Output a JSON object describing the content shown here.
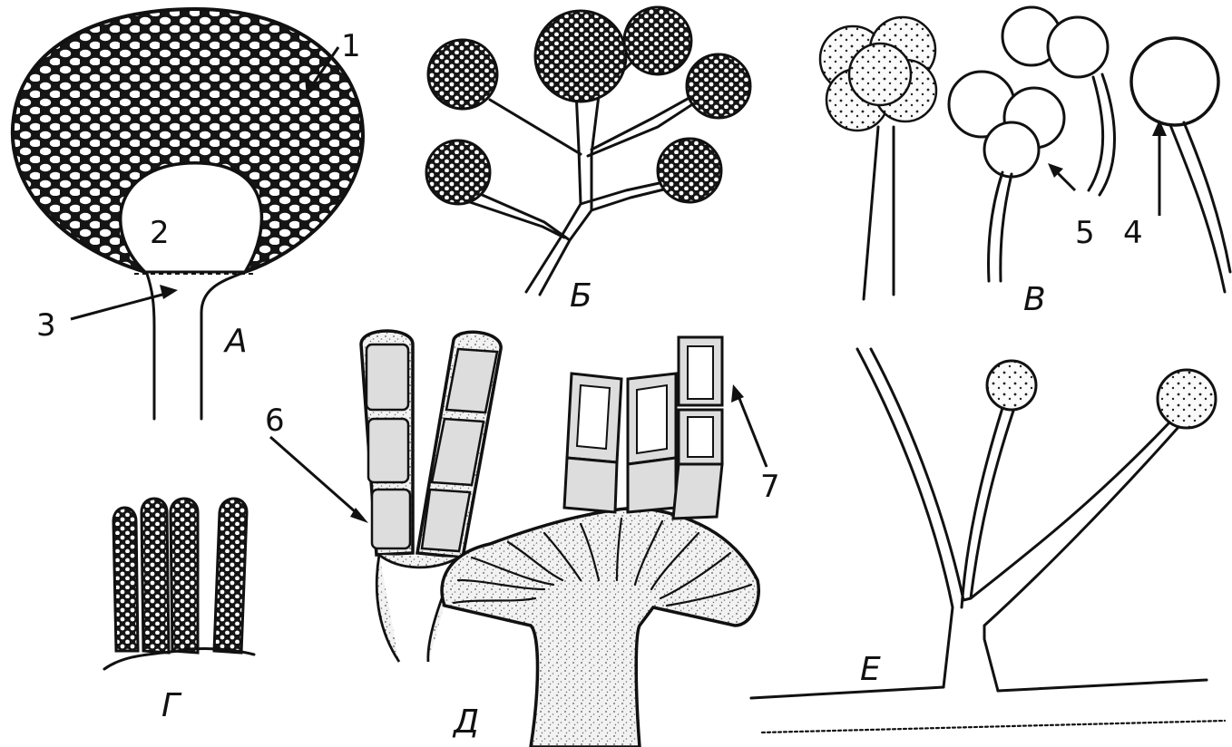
{
  "figure": {
    "panels": [
      {
        "id": "A",
        "label": "А"
      },
      {
        "id": "B",
        "label": "Б"
      },
      {
        "id": "V",
        "label": "В"
      },
      {
        "id": "G",
        "label": "Г"
      },
      {
        "id": "D",
        "label": "Д"
      },
      {
        "id": "E",
        "label": "Е"
      }
    ],
    "callouts": [
      "1",
      "2",
      "3",
      "4",
      "5",
      "6",
      "7"
    ]
  }
}
